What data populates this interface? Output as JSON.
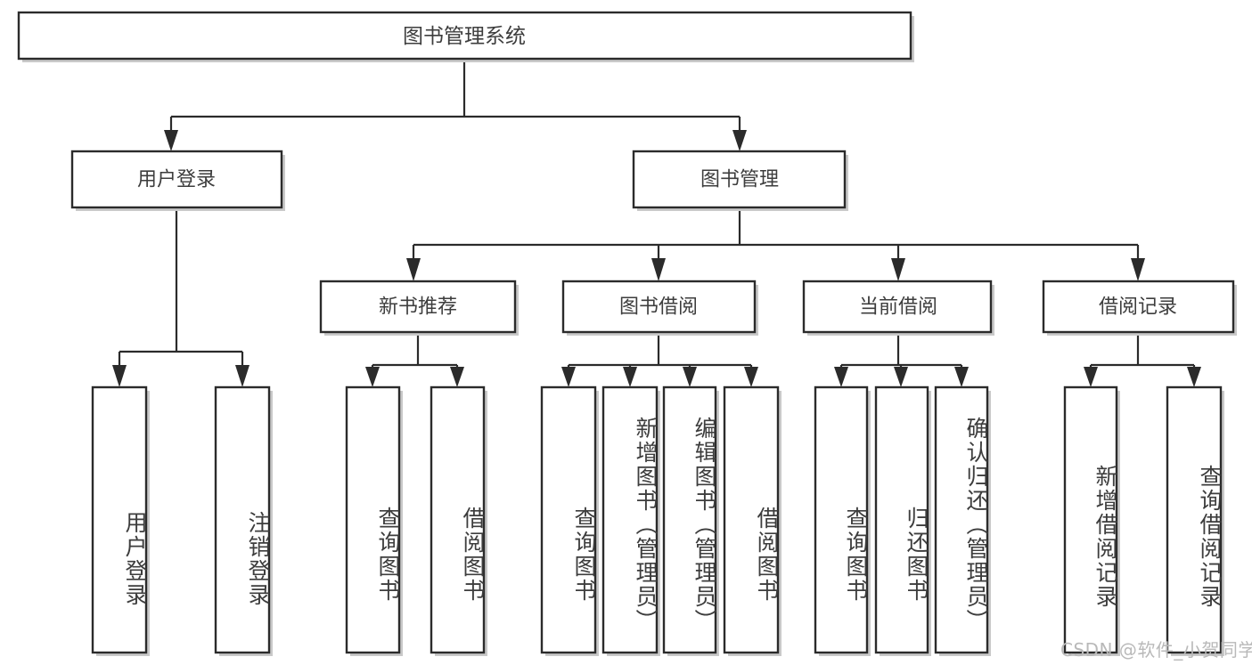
{
  "diagram": {
    "type": "tree-hierarchy",
    "title": "图书管理系统",
    "watermark": "CSDN @软件_小贺同学",
    "colors": {
      "box_stroke": "#2b2b2b",
      "box_fill": "#ffffff",
      "text": "#3d3d3d",
      "shadow": "#c9c9c9",
      "watermark": "#b9b9b9",
      "background": "#ffffff"
    },
    "levels": {
      "root": {
        "label": "图书管理系统"
      },
      "level2": [
        {
          "label": "用户登录"
        },
        {
          "label": "图书管理"
        }
      ],
      "level3": [
        {
          "label": "新书推荐"
        },
        {
          "label": "图书借阅"
        },
        {
          "label": "当前借阅"
        },
        {
          "label": "借阅记录"
        }
      ],
      "leaves": {
        "user_login": [
          {
            "label": "用户登录"
          },
          {
            "label": "注销登录"
          }
        ],
        "new_book_recommend": [
          {
            "label": "查询图书"
          },
          {
            "label": "借阅图书"
          }
        ],
        "book_borrow": [
          {
            "label": "查询图书"
          },
          {
            "label": "新增图书（管理员）"
          },
          {
            "label": "编辑图书（管理员）"
          },
          {
            "label": "借阅图书"
          }
        ],
        "current_borrow": [
          {
            "label": "查询图书"
          },
          {
            "label": "归还图书"
          },
          {
            "label": "确认归还（管理员）"
          }
        ],
        "borrow_record": [
          {
            "label": "新增借阅记录"
          },
          {
            "label": "查询借阅记录"
          }
        ]
      }
    }
  }
}
